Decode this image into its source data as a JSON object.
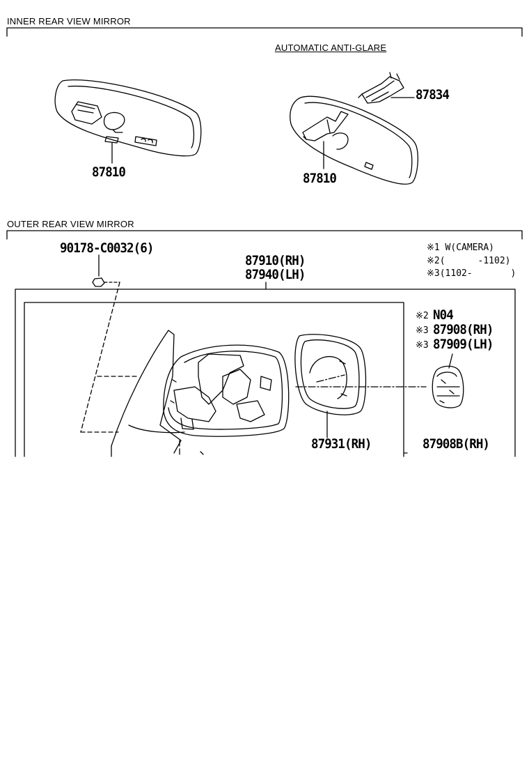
{
  "sections": {
    "inner_title": "INNER REAR VIEW MIRROR",
    "outer_title": "OUTER REAR VIEW MIRROR"
  },
  "inner": {
    "anti_glare_label": "AUTOMATIC ANTI-GLARE",
    "part_87834": "87834",
    "part_87810_left": "87810",
    "part_87810_right": "87810"
  },
  "outer": {
    "screw_part": "90178-C0032(6)",
    "assembly_rh": "87910(RH)",
    "assembly_lh": "87940(LH)",
    "glass_rh": "87931(RH)",
    "notes": {
      "n1": "※1 W(CAMERA)",
      "n2": "※2(      -1102)",
      "n3": "※3(1102-       )"
    },
    "motor_n04": "N04",
    "motor_n04_mark": "※2",
    "motor_rh": "87908(RH)",
    "motor_rh_mark": "※3",
    "motor_lh": "87909(LH)",
    "motor_lh_mark": "※3",
    "motor_b_rh": "87908B(RH)"
  }
}
